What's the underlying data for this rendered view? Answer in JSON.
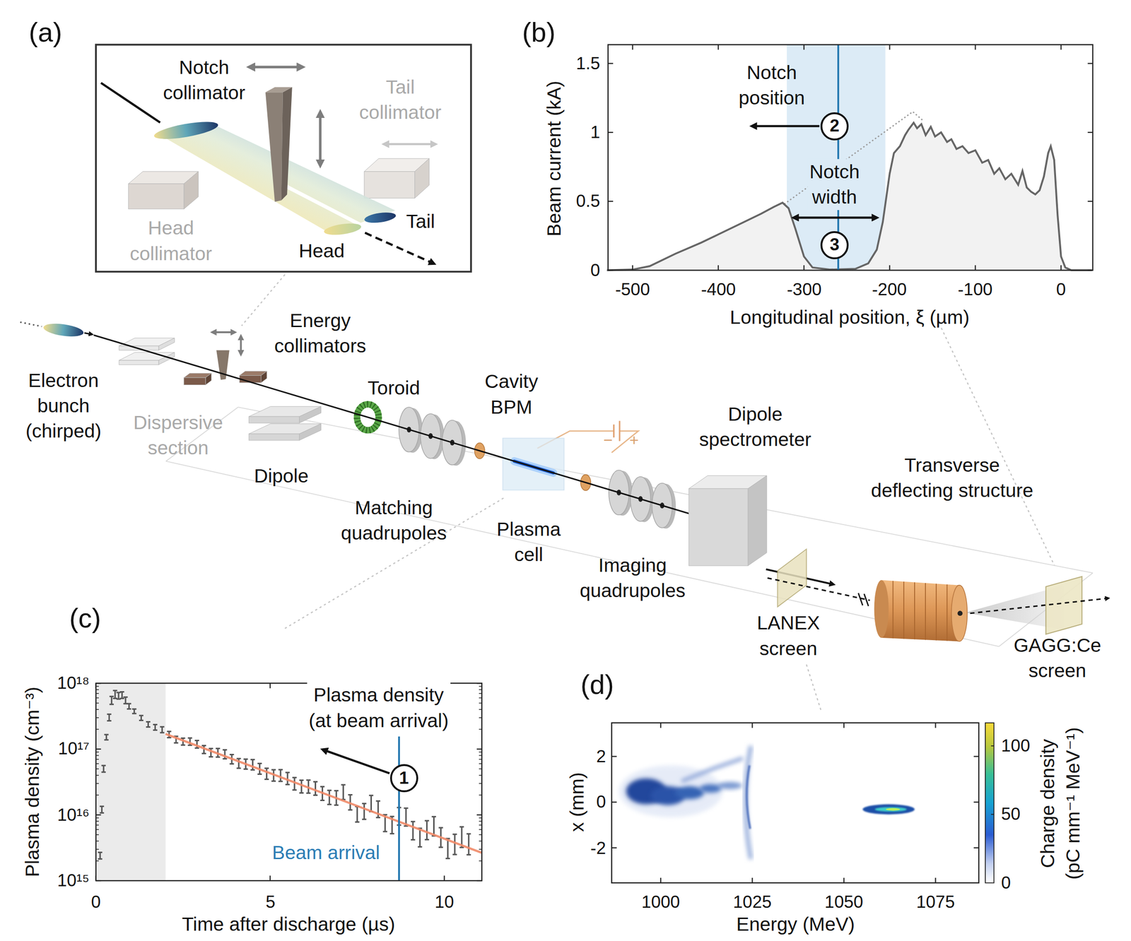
{
  "diagram": {
    "nodes": [
      {
        "text": [
          "2"
        ]
      },
      {
        "text": [
          "3"
        ]
      },
      {
        "text": [
          "1"
        ]
      }
    ],
    "labels": [
      "(a)",
      "Notch collimator",
      "Tail collimator",
      "Head collimator",
      "Head",
      "Tail",
      "Electron bunch (chirped)",
      "Dispersive section",
      "Energy collimators",
      "Dipole",
      "Toroid",
      "Matching quadrupoles",
      "Cavity BPM",
      "−",
      "+",
      "Plasma cell",
      "Imaging quadrupoles",
      "Dipole spectrometer",
      "Transverse deflecting structure",
      "LANEX screen",
      "GAGG:Ce screen",
      "(b)",
      "Notch position",
      "Notch width",
      "Beam current (kA)",
      "0",
      "0.5",
      "1",
      "1.5",
      "-500",
      "-400",
      "-300",
      "-200",
      "-100",
      "0",
      "Longitudinal position, ξ (µm)",
      "(c)",
      "Plasma density (at beam arrival)",
      "Beam arrival",
      "Plasma density (cm⁻³)",
      "10¹⁸",
      "10¹⁷",
      "10¹⁶",
      "10¹⁵",
      "0",
      "5",
      "10",
      "Time after discharge (µs)",
      "(d)",
      "x (mm)",
      "2",
      "0",
      "-2",
      "1000",
      "1025",
      "1050",
      "1075",
      "Energy (MeV)",
      "100",
      "50",
      "0",
      "Charge density (pC mm⁻¹ MeV⁻¹)"
    ]
  }
}
